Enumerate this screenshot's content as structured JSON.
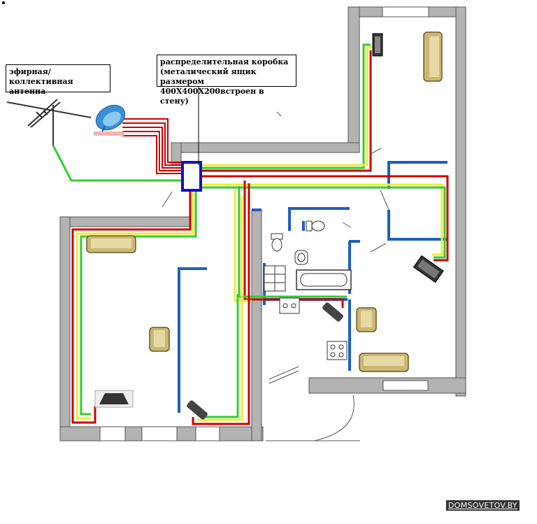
{
  "labels": {
    "antenna": "эфирная/коллективная антенна",
    "distribution_box": "распределительная коробка (металический ящик размером 400X400X200встроен в стену)"
  },
  "watermark": "DOMSOVETOV.BY",
  "colors": {
    "wall": "#b3b3b3",
    "wall_outline": "#555555",
    "cable_red": "#cc0000",
    "cable_yellow": "#eeee33",
    "cable_green": "#33cc33",
    "partition_blue": "#1f5fbf",
    "box_blue": "#1010cc"
  },
  "icons": [
    "terrestrial-antenna-icon",
    "satellite-dish-icon",
    "tv-icon",
    "sofa-icon",
    "armchair-icon",
    "toilet-icon",
    "sink-icon",
    "bathtub-icon",
    "stove-icon"
  ]
}
